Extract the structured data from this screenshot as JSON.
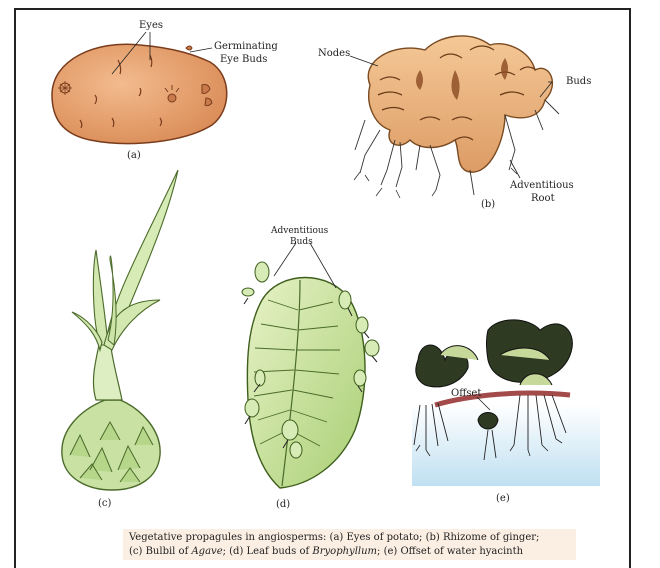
{
  "labels": {
    "a": {
      "eyes": "Eyes",
      "germ_line1": "Germinating",
      "germ_line2": "Eye Buds",
      "caption": "(a)"
    },
    "b": {
      "nodes": "Nodes",
      "buds": "Buds",
      "adv_line1": "Adventitious",
      "adv_line2": "Root",
      "caption": "(b)"
    },
    "c": {
      "caption": "(c)"
    },
    "d": {
      "adv_line1": "Adventitious",
      "adv_line2": "Buds",
      "caption": "(d)"
    },
    "e": {
      "offset": "Offset",
      "caption": "(e)"
    }
  },
  "caption": {
    "line1_prefix": "Vegetative propagules in angiosperms: (a) Eyes of potato; (b) Rhizome of ginger;",
    "line2_part1": "(c) Bulbil of ",
    "line2_italic1": "Agave",
    "line2_part2": "; (d) Leaf buds of ",
    "line2_italic2": "Bryophyllum",
    "line2_part3": "; (e) Offset of water hyacinth"
  },
  "colors": {
    "potato": "#e8a070",
    "ginger": "#e8b07c",
    "agave_leaf": "#cfe6a8",
    "agave_bulb": "#c6e0a2",
    "bryophyllum": "#b9d97e",
    "water": "#cfe7f3",
    "hyacinth_leaf": "#2f3a22",
    "caption_bg": "#fbefe4"
  }
}
